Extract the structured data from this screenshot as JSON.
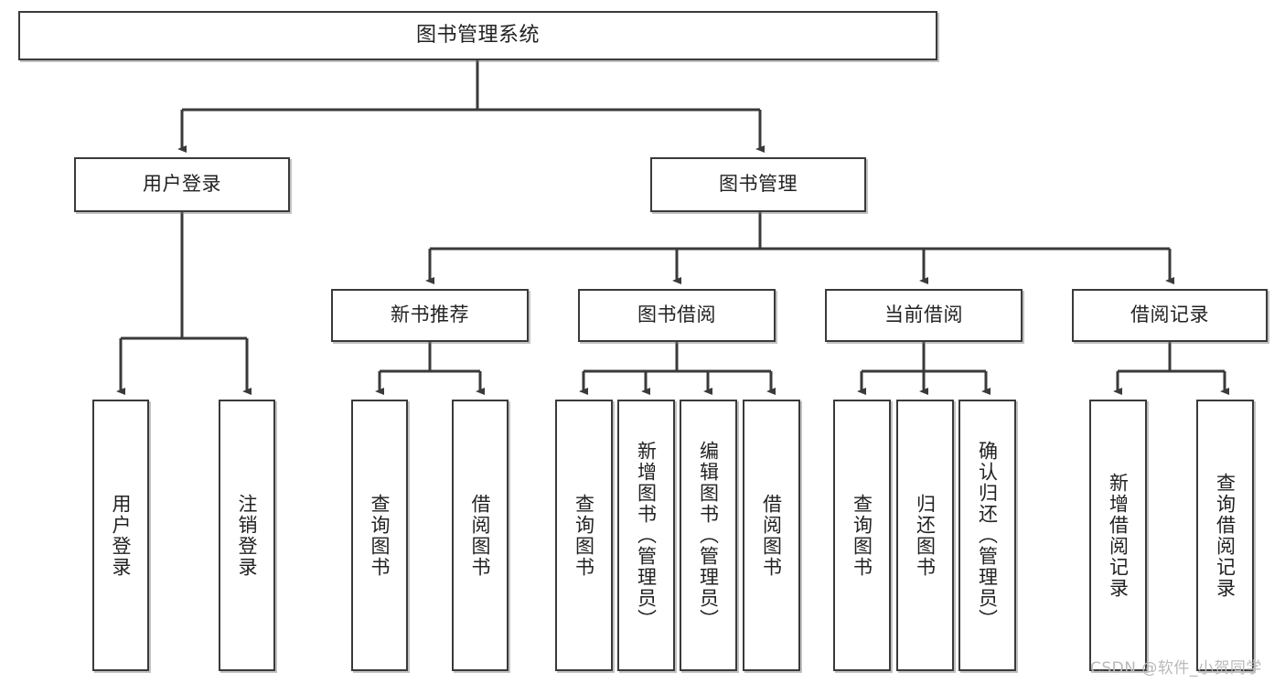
{
  "diagram": {
    "title": "图书管理系统",
    "type": "hierarchy-tree",
    "root": {
      "label": "图书管理系统"
    },
    "level2": [
      {
        "label": "用户登录"
      },
      {
        "label": "图书管理"
      }
    ],
    "level3": [
      {
        "label": "新书推荐"
      },
      {
        "label": "图书借阅"
      },
      {
        "label": "当前借阅"
      },
      {
        "label": "借阅记录"
      }
    ],
    "leaves": {
      "user_login": [
        {
          "label": "用户登录"
        },
        {
          "label": "注销登录"
        }
      ],
      "new_book_recommend": [
        {
          "label": "查询图书"
        },
        {
          "label": "借阅图书"
        }
      ],
      "book_borrow": [
        {
          "label": "查询图书"
        },
        {
          "label": "新增图书（管理员）"
        },
        {
          "label": "编辑图书（管理员）"
        },
        {
          "label": "借阅图书"
        }
      ],
      "current_borrow": [
        {
          "label": "查询图书"
        },
        {
          "label": "归还图书"
        },
        {
          "label": "确认归还（管理员）"
        }
      ],
      "borrow_record": [
        {
          "label": "新增借阅记录"
        },
        {
          "label": "查询借阅记录"
        }
      ]
    },
    "watermark": "CSDN @软件_小贺同学",
    "colors": {
      "stroke": "#3a3a3a",
      "fill": "#ffffff",
      "text": "#222222",
      "watermark": "#b9b9b9"
    }
  }
}
